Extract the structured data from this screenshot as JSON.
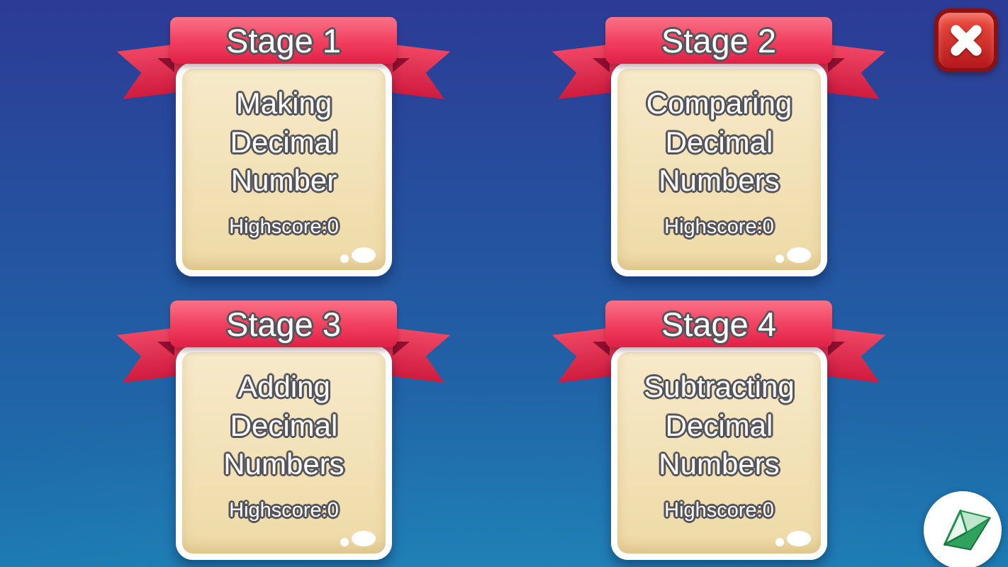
{
  "stages": [
    {
      "ribbon": "Stage 1",
      "title": "Making Decimal Number",
      "highscore": "Highscore:0"
    },
    {
      "ribbon": "Stage 2",
      "title": "Comparing Decimal Numbers",
      "highscore": "Highscore:0"
    },
    {
      "ribbon": "Stage 3",
      "title": "Adding Decimal Numbers",
      "highscore": "Highscore:0"
    },
    {
      "ribbon": "Stage 4",
      "title": "Subtracting Decimal Numbers",
      "highscore": "Highscore:0"
    }
  ],
  "icons": {
    "close": "x-cross",
    "logo": "origami-crane"
  },
  "colors": {
    "bg-top": "#2c3b96",
    "bg-bottom": "#1b77b0",
    "ribbon-light": "#f97287",
    "ribbon-main": "#f13e5e",
    "ribbon-dark": "#e02047",
    "wing-top": "#ef4664",
    "wing-bottom": "#cf1b3e",
    "fold": "#8e1030",
    "card-top": "#f7eaca",
    "card-bottom": "#eedaa6",
    "outline": "#54545a",
    "close-top": "#f1503f",
    "close-bottom": "#b5181c",
    "close-border": "#8c1113",
    "logo-green": "#2fa35e"
  }
}
